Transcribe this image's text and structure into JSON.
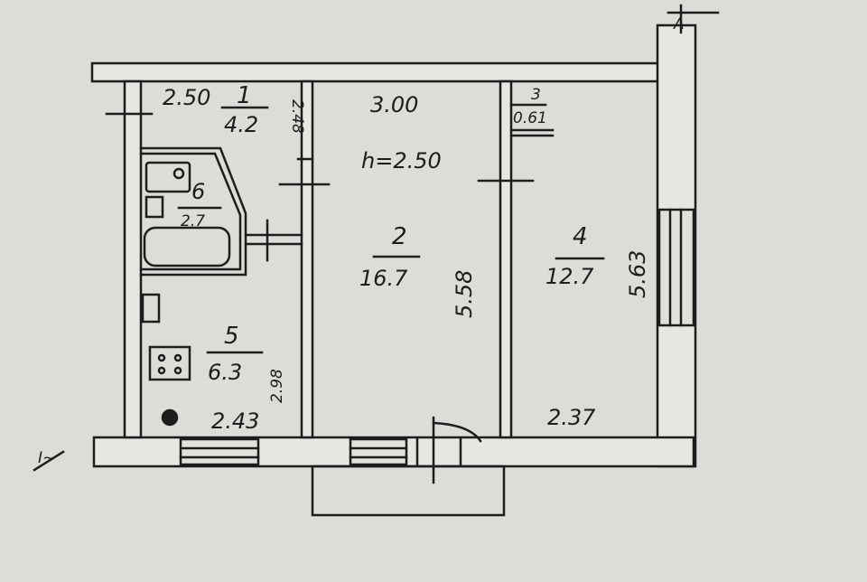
{
  "plan": {
    "colors": {
      "paper": "#dcdcd8",
      "ink": "#1d1d1d"
    },
    "room1": {
      "width": "2.50",
      "number": "1",
      "area": "4.2",
      "length": "2.48"
    },
    "room6": {
      "number": "6",
      "area": "2.7"
    },
    "room2": {
      "width": "3.00",
      "number": "2",
      "area": "16.7",
      "height": "h=2.50",
      "length": "5.58"
    },
    "room3": {
      "number": "3",
      "area": "0.61"
    },
    "room4": {
      "number": "4",
      "area": "12.7",
      "length": "5.63",
      "width": "2.37"
    },
    "room5": {
      "number": "5",
      "area": "6.3",
      "length": "2.98",
      "width": "2.43"
    },
    "marks": {
      "corner_mark": "A",
      "side_mark": "I~"
    }
  }
}
